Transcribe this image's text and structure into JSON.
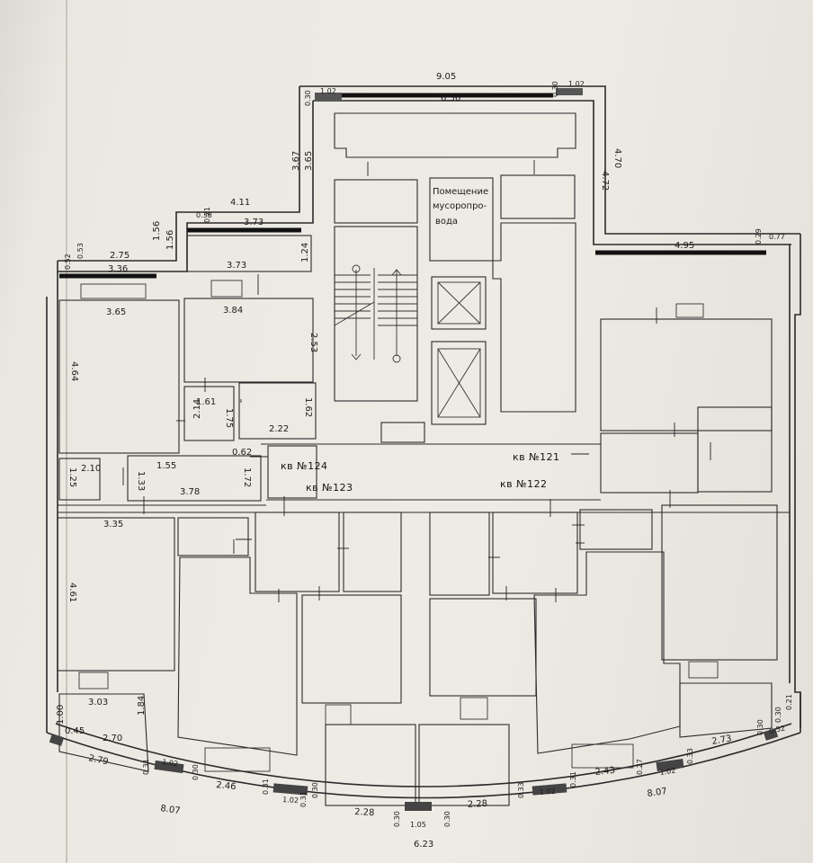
{
  "apartments": {
    "kv121": "кв №121",
    "kv122": "кв №122",
    "kv123": "кв №123",
    "kv124": "кв №124"
  },
  "rooms": {
    "garbage_room": [
      "Помещение",
      "мусоропро-",
      "вода"
    ]
  },
  "dims": {
    "d_905": "9.05",
    "d_636": "6.36",
    "d_102a": "1.02",
    "d_102b": "1.02",
    "d_030a": "0.30",
    "d_030b": "0.30",
    "d_367": "3.67",
    "d_365": "3.65",
    "d_472": "4.72",
    "d_470": "4.70",
    "d_411": "4.11",
    "d_373a": "3.73",
    "d_038": "0.38",
    "d_021a": "0.21",
    "d_156a": "1.56",
    "d_156b": "1.56",
    "d_275": "2.75",
    "d_336": "3.36",
    "d_052": "0.52",
    "d_053": "0.53",
    "d_124": "1.24",
    "d_373b": "3.73",
    "d_495": "4.95",
    "d_077": "0.77",
    "d_029": "0.29",
    "d_365b": "3.65",
    "d_464": "4.64",
    "d_384": "3.84",
    "d_253": "2.53",
    "d_161": "1.61",
    "d_214": "2.14",
    "d_175": "1.75",
    "d_162": "1.62",
    "d_222": "2.22",
    "d_062": "0.62",
    "d_172": "1.72",
    "d_125": "1.25",
    "d_210": "2.10",
    "d_155": "1.55",
    "d_133": "1.33",
    "d_378": "3.78",
    "d_335": "3.35",
    "d_461": "4.61",
    "d_303": "3.03",
    "d_100": "1.00",
    "d_045": "0.45",
    "d_270": "2.70",
    "d_184": "1.84",
    "d_279": "2.79",
    "d_102c": "1.02",
    "d_031a": "0.31",
    "d_030c": "0.30",
    "d_807a": "8.07",
    "d_246": "2.46",
    "d_031b": "0.31",
    "d_030d": "0.30",
    "d_102d": "1.02",
    "d_031c": "0.31",
    "d_228a": "2.28",
    "d_105": "1.05",
    "d_030e": "0.30",
    "d_030f": "0.30",
    "d_228b": "2.28",
    "d_623": "6.23",
    "d_033a": "0.33",
    "d_102e": "1.02",
    "d_031d": "0.31",
    "d_243": "2.43",
    "d_027": "0.27",
    "d_102f": "1.02",
    "d_033b": "0.33",
    "d_273": "2.73",
    "d_807b": "8.07",
    "d_030g": "0.30",
    "d_052b": "0.52",
    "d_030h": "0.30",
    "d_021b": "0.21"
  }
}
